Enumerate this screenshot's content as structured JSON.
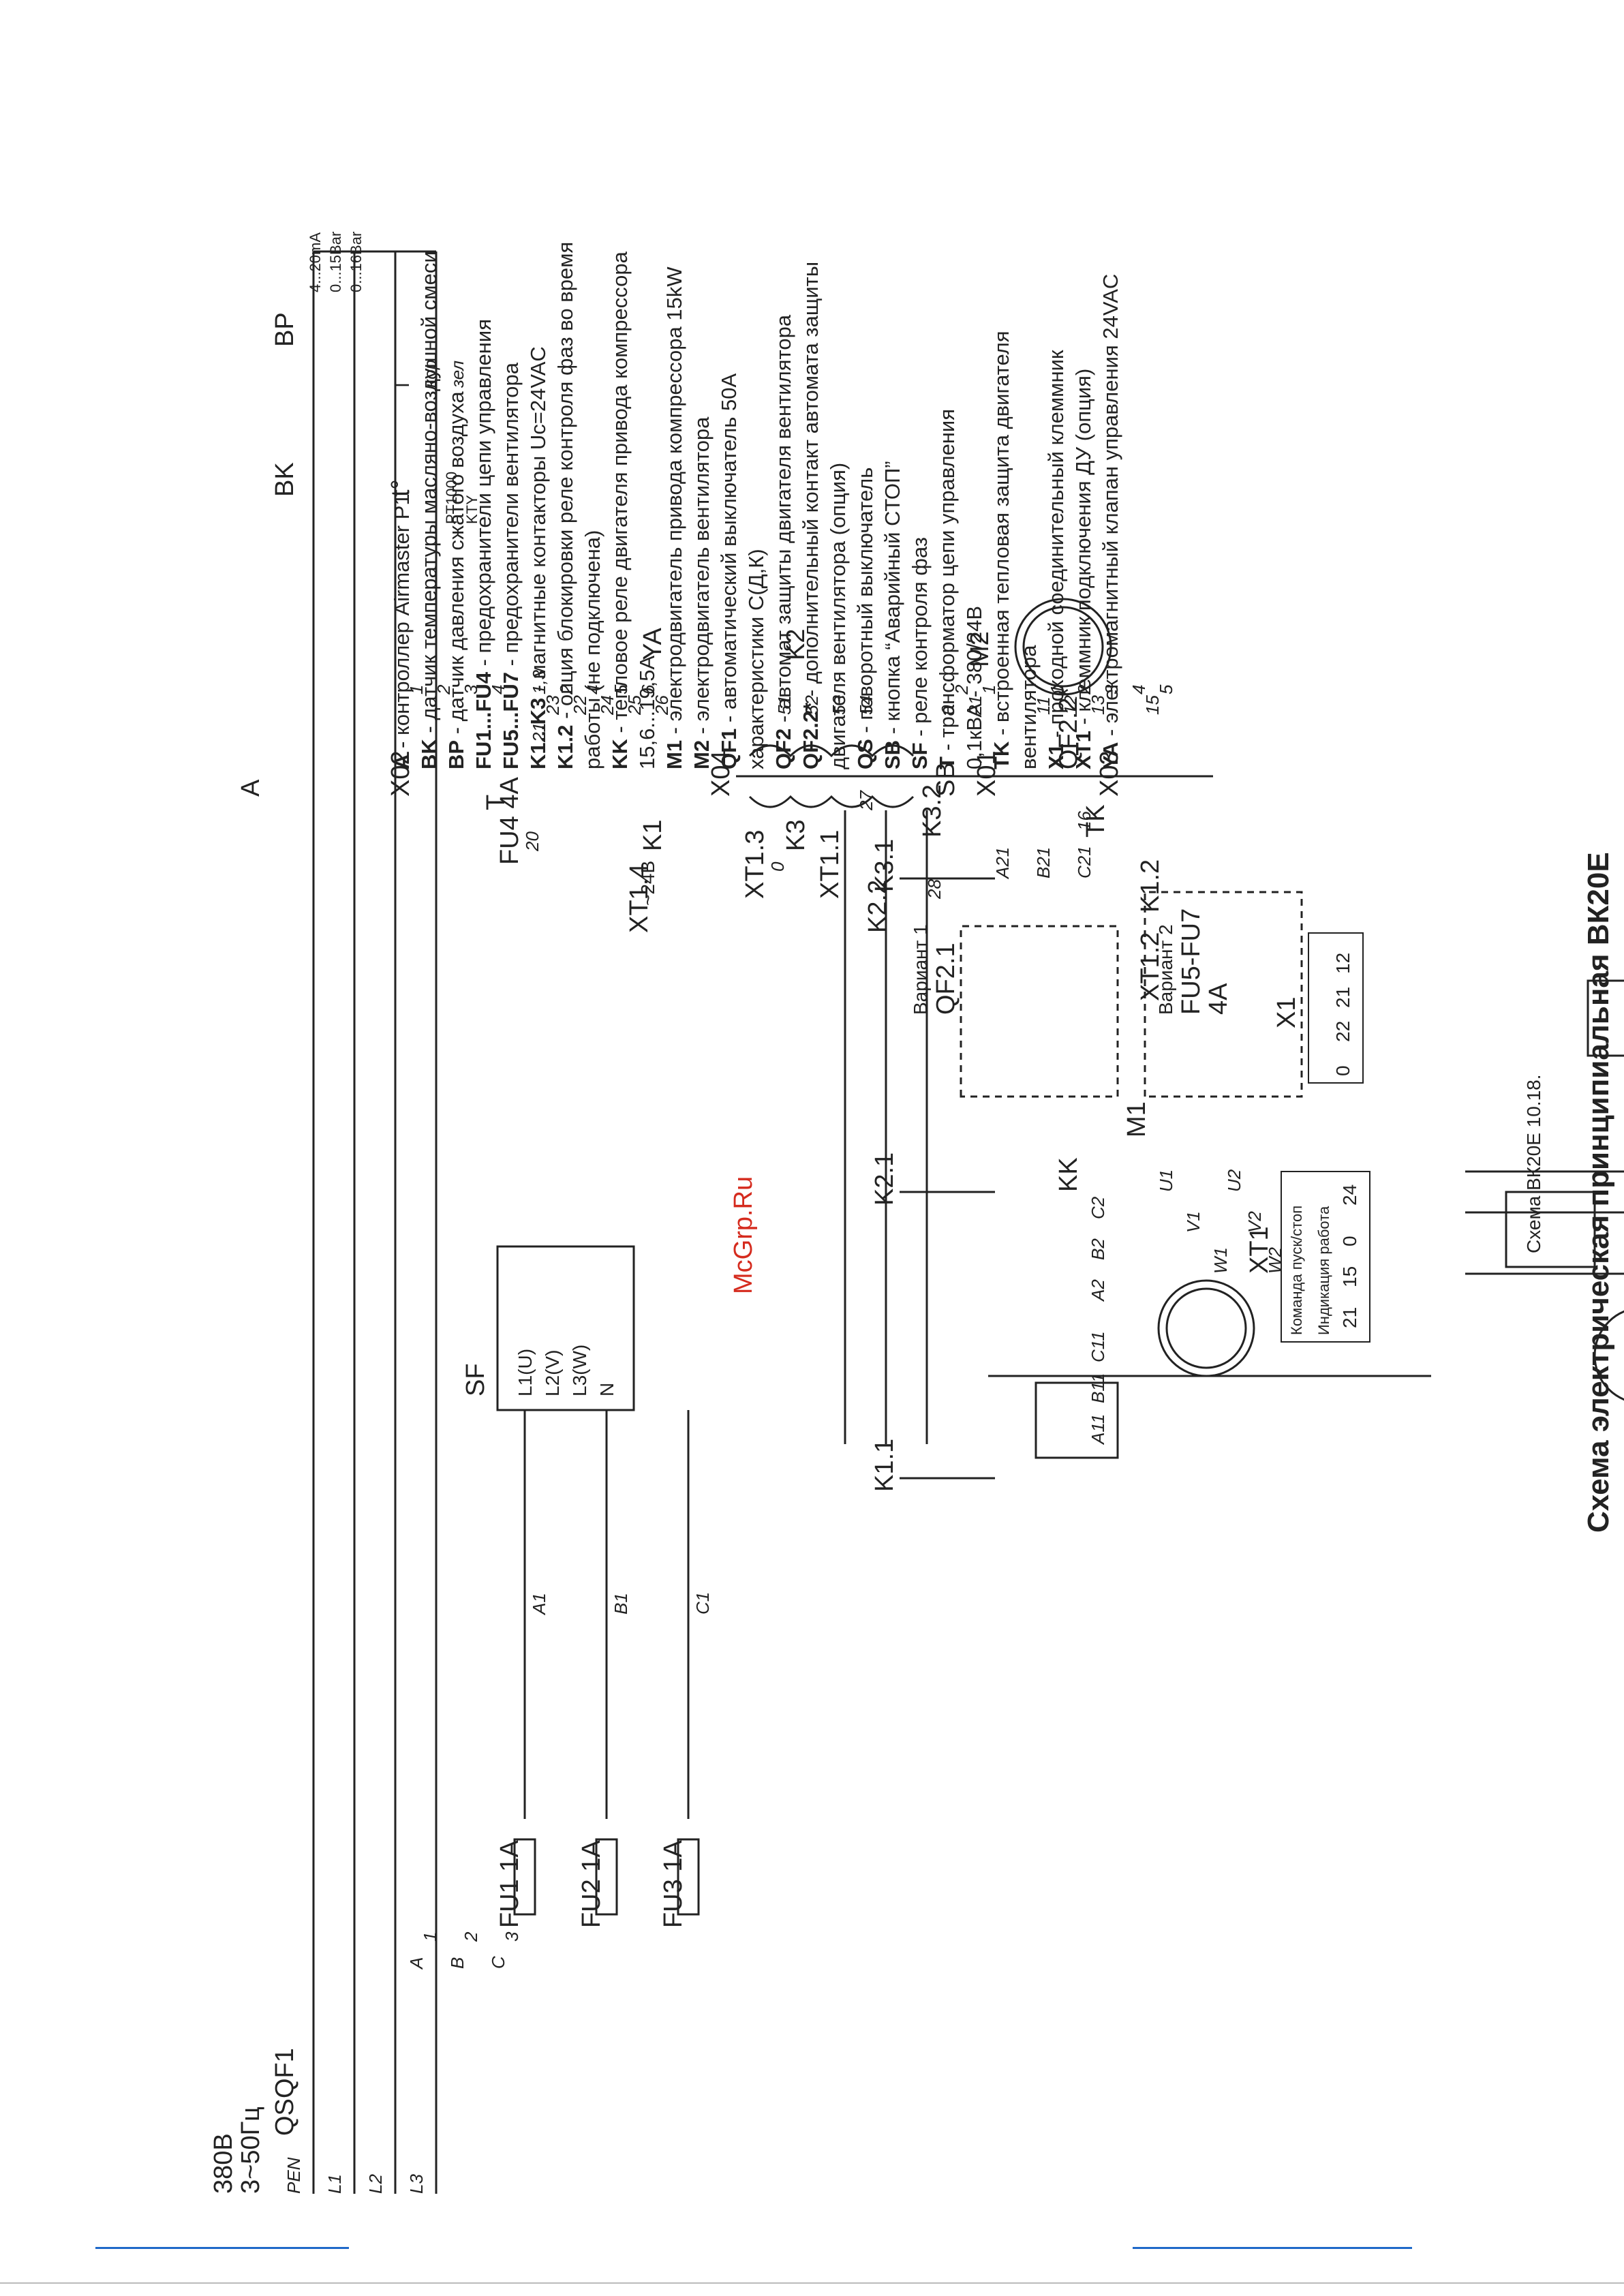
{
  "title": "Схема электрическая принципиальная ВК20Е",
  "caption": "Схема ВК20Е  10.18.",
  "watermark": "McGrp.Ru",
  "supply": {
    "voltage": "380В",
    "freq": "3~50Гц",
    "phases": [
      "PEN",
      "L1",
      "L2",
      "L3"
    ]
  },
  "labels": {
    "QS": "QS",
    "QF1": "QF1",
    "FU1": "FU1 1A",
    "FU2": "FU2 1A",
    "FU3": "FU3 1A",
    "SF": "SF",
    "SF_terms": [
      "L1(U)",
      "L2(V)",
      "L3(W)",
      "N"
    ],
    "K1_1": "K1.1",
    "K2_1": "K2.1",
    "K3_1": "K3.1",
    "KK": "KK",
    "M1": "M1",
    "M2": "M2",
    "QF2_1": "QF2.1",
    "variant1": "Вариант 1",
    "variant2": "Вариант 2",
    "FU5": "FU5-FU7",
    "FU5_rating": "4A",
    "T": "T",
    "FU4": "FU4 4A",
    "v24": "~24В",
    "SB": "SB",
    "XT1_3": "XT1.3",
    "XT1_1": "XT1.1",
    "BP": "BP",
    "BK": "BK",
    "YA": "YA",
    "K1": "K1",
    "K2": "K2",
    "K3": "K3",
    "K2_2": "K2.2",
    "K3_2": "K3.2",
    "XT1_4": "XT1.4",
    "XT1_2": "XT1.2",
    "QF2_2": "QF2.2*",
    "TK": "TK",
    "K1_2": "K1.2",
    "A": "A",
    "X02": "X02",
    "X04": "X04",
    "X01": "X01",
    "X03": "X03",
    "bp_i": "I",
    "bp_kor": "кор",
    "bp_zel": "зел",
    "bk_t": "t°",
    "range1": "4...20mA",
    "range2": "0...15Bar",
    "range3": "0...16Bar",
    "pt1000": "PT1000",
    "kty": "KTY",
    "wires_phase": [
      "A",
      "B",
      "C"
    ],
    "wires_fuse": [
      "A1",
      "B1",
      "C1"
    ],
    "wires_k11": [
      "A11",
      "B11",
      "C11"
    ],
    "wires_k21": [
      "A2",
      "B2",
      "C2"
    ],
    "wires_qf21": [
      "A21",
      "B21",
      "C21"
    ],
    "motor1_terms": [
      "U1",
      "V1",
      "W1",
      "U2",
      "V2",
      "W2"
    ],
    "qs_poles": [
      "1",
      "2",
      "3"
    ],
    "wire_nums": [
      "20",
      "0",
      "21",
      "51",
      "52",
      "53",
      "54",
      "23",
      "22",
      "24",
      "25",
      "26",
      "0",
      "21",
      "11",
      "12",
      "13",
      "15",
      "16",
      "27",
      "28"
    ],
    "x02_pins": [
      "1",
      "2",
      "3",
      "4"
    ],
    "x04_pins": [
      "1,3",
      "2",
      "4",
      "5",
      "6"
    ],
    "x01_pins": [
      "2",
      "1"
    ],
    "x03_pins": [
      "1",
      "2",
      "3",
      "4",
      "5"
    ]
  },
  "xt1_table": {
    "title": "XT1",
    "headers": [
      "Команда пуск/стоп",
      "Индикация работа"
    ],
    "rows": [
      [
        "21",
        "15"
      ],
      [
        "0",
        "24"
      ]
    ]
  },
  "x1_table": {
    "title": "X1",
    "rows": [
      [
        "0",
        "22"
      ],
      [
        "21",
        "12"
      ]
    ]
  },
  "legend": [
    {
      "key": "A",
      "text": " - контроллер Airmaster P1"
    },
    {
      "key": "BK",
      "text": " - датчик температуры масляно-воздушной смеси"
    },
    {
      "key": "BP",
      "text": " - датчик давления сжатого воздуха"
    },
    {
      "key": "FU1...FU4",
      "text": " - предохранители цепи управления"
    },
    {
      "key": "FU5...FU7",
      "text": " - предохранители вентилятора"
    },
    {
      "key": "K1...K3",
      "text": " - магнитные контакторы Uc=24VAC"
    },
    {
      "key": "K1.2",
      "text": " - опция блокировки реле контроля фаз во время"
    },
    {
      "key": "",
      "text": "работы (не подключена)"
    },
    {
      "key": "KK",
      "text": " - тепловое реле двигателя привода компрессора"
    },
    {
      "key": "",
      "text": "15,6...19,5А"
    },
    {
      "key": "M1",
      "text": " - электродвигатель привода компрессора 15kW"
    },
    {
      "key": "M2",
      "text": " - электродвигатель вентилятора"
    },
    {
      "key": "QF1",
      "text": " - автоматический выключатель 50А"
    },
    {
      "key": "",
      "text": "характеристики С(Д,К)"
    },
    {
      "key": "QF2",
      "text": " - автомат защиты двигателя вентилятора"
    },
    {
      "key": "QF2.2*",
      "text": " - дополнительный контакт автомата защиты"
    },
    {
      "key": "",
      "text": "двигателя вентилятора (опция)"
    },
    {
      "key": "QS",
      "text": " - поворотный выключатель"
    },
    {
      "key": "SB",
      "text": " - кнопка “Аварийный СТОП”"
    },
    {
      "key": "SF",
      "text": " - реле  контроля фаз"
    },
    {
      "key": "T",
      "text": " - трансформатор цепи управления"
    },
    {
      "key": "",
      "text": "0,1кВА - 380/24В"
    },
    {
      "key": "TK",
      "text": " - встроенная тепловая защита двигателя"
    },
    {
      "key": "",
      "text": "вентилятора"
    },
    {
      "key": "X1",
      "text": " - проходной соединительный клеммник"
    },
    {
      "key": "XT1",
      "text": " - клеммник подключения ДУ (опция)"
    },
    {
      "key": "YA",
      "text": " -  электромагнитный клапан управления 24VAC"
    }
  ]
}
